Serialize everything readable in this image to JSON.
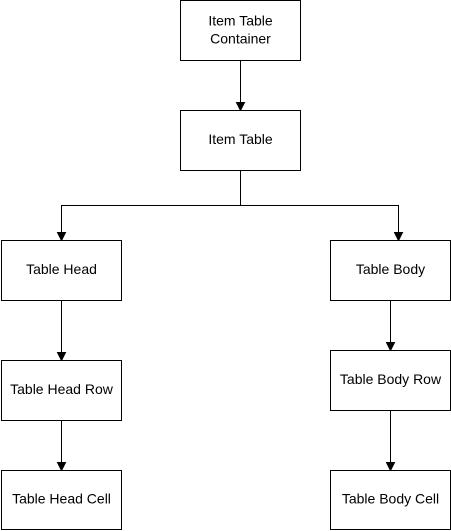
{
  "diagram": {
    "nodes": [
      {
        "id": "container",
        "lines": [
          "Item Table",
          "Container"
        ]
      },
      {
        "id": "table",
        "lines": [
          "Item Table"
        ]
      },
      {
        "id": "head",
        "lines": [
          "Table Head"
        ]
      },
      {
        "id": "body",
        "lines": [
          "Table Body"
        ]
      },
      {
        "id": "head_row",
        "lines": [
          "Table Head Row"
        ]
      },
      {
        "id": "body_row",
        "lines": [
          "Table Body Row"
        ]
      },
      {
        "id": "head_cell",
        "lines": [
          "Table Head Cell"
        ]
      },
      {
        "id": "body_cell",
        "lines": [
          "Table Body Cell"
        ]
      }
    ],
    "edges": [
      {
        "from": "container",
        "to": "table"
      },
      {
        "from": "table",
        "to": "head"
      },
      {
        "from": "table",
        "to": "body"
      },
      {
        "from": "head",
        "to": "head_row"
      },
      {
        "from": "body",
        "to": "body_row"
      },
      {
        "from": "head_row",
        "to": "head_cell"
      },
      {
        "from": "body_row",
        "to": "body_cell"
      }
    ]
  }
}
